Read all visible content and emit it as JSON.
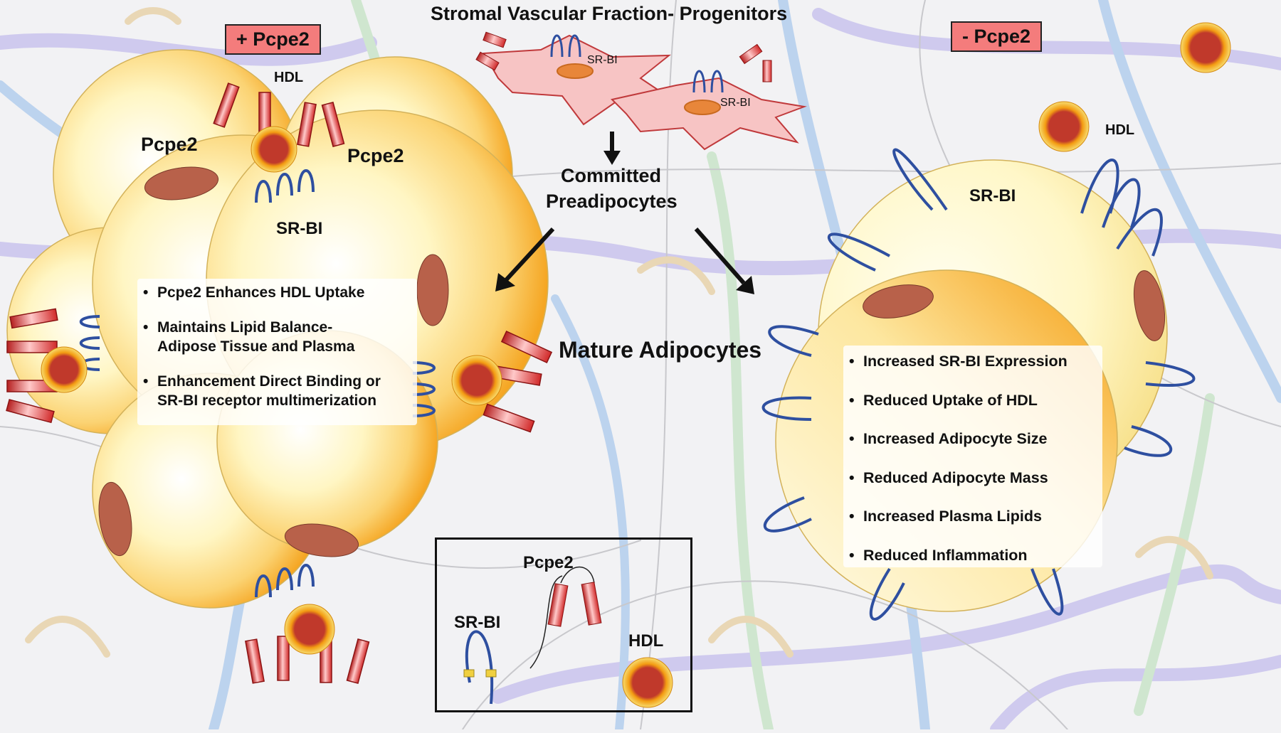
{
  "title": "Stromal Vascular Fraction- Progenitors",
  "tags": {
    "plus": "+ Pcpe2",
    "minus": "- Pcpe2"
  },
  "left_labels": {
    "hdl": "HDL",
    "pcpe2_a": "Pcpe2",
    "pcpe2_b": "Pcpe2",
    "srbi": "SR-BI"
  },
  "progenitor_labels": {
    "srbi_a": "SR-BI",
    "srbi_b": "SR-BI"
  },
  "center_labels": {
    "committed_line1": "Committed",
    "committed_line2": "Preadipocytes",
    "mature": "Mature Adipocytes"
  },
  "right_labels": {
    "hdl": "HDL",
    "srbi": "SR-BI"
  },
  "left_bullets": [
    "Pcpe2 Enhances HDL Uptake",
    "Maintains Lipid Balance-\nAdipose Tissue and Plasma",
    "Enhancement Direct Binding or\nSR-BI receptor multimerization"
  ],
  "right_bullets": [
    "Increased SR-BI Expression",
    "Reduced Uptake of HDL",
    "Increased Adipocyte Size",
    "Reduced Adipocyte Mass",
    "Increased Plasma Lipids",
    "Reduced Inflammation"
  ],
  "legend": {
    "pcpe2": "Pcpe2",
    "srbi": "SR-BI",
    "hdl": "HDL"
  },
  "colors": {
    "background": "#f2f2f4",
    "tag_fill": "#f47c7c",
    "adipocyte_core": "#fffbe0",
    "adipocyte_edge": "#f5a623",
    "nucleus": "#b8614a",
    "receptor_blue": "#2e4fa0",
    "receptor_yellow": "#f0d040",
    "pcpe2_red": "#e23b3b",
    "progenitor_pink": "#f7c4c4",
    "fiber_blue": "#bcd3ee",
    "fiber_purple": "#cfcaee",
    "fiber_green": "#cfe6cf"
  }
}
